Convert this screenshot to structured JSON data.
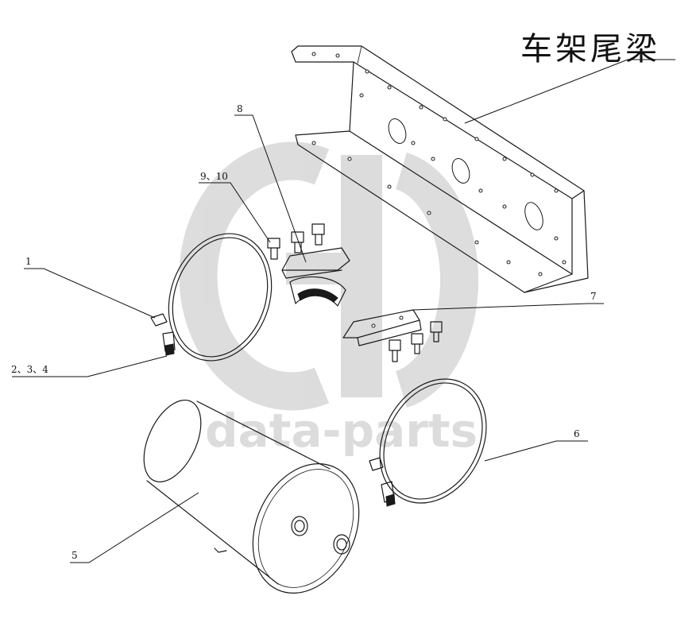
{
  "title": "车架尾梁",
  "watermark": {
    "text": "data-parts"
  },
  "callouts": [
    {
      "id": "c1",
      "label": "1"
    },
    {
      "id": "c234",
      "label": "2、3、4"
    },
    {
      "id": "c5",
      "label": "5"
    },
    {
      "id": "c6",
      "label": "6"
    },
    {
      "id": "c7",
      "label": "7"
    },
    {
      "id": "c8",
      "label": "8"
    },
    {
      "id": "c910",
      "label": "9、10"
    }
  ]
}
